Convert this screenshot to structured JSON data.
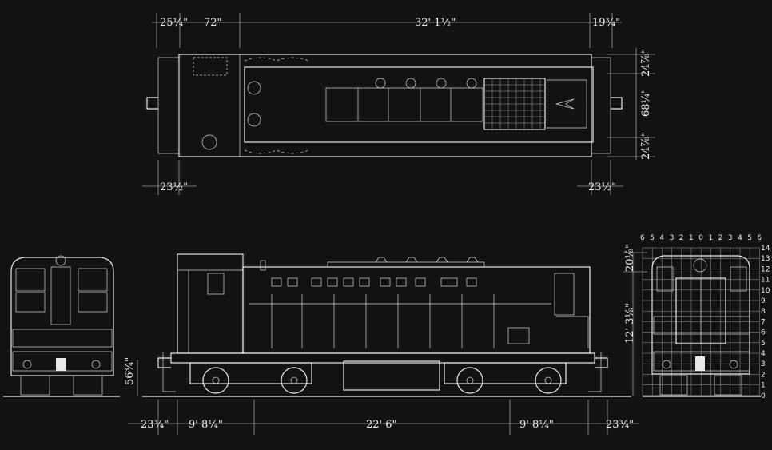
{
  "top_view": {
    "dim_left_top": "25¼\"",
    "dim_72": "72\"",
    "dim_center": "32' 1½\"",
    "dim_right_top": "19¾\"",
    "dim_width_top": "24⅞\"",
    "dim_width_mid": "68¼\"",
    "dim_width_bot": "24⅞\"",
    "dim_left_bot": "23½\"",
    "dim_right_bot": "23½\""
  },
  "side_view": {
    "dim_height_cab": "20⅛\"",
    "dim_height_total": "12' 3⅛\"",
    "dim_coupler": "56¾\"",
    "dim_left_end": "23¾\"",
    "dim_truck_left": "9' 8¼\"",
    "dim_truck_centers": "22' 6\"",
    "dim_truck_right": "9' 8¼\"",
    "dim_right_end": "23¾\""
  },
  "grid_scale": {
    "top_labels": [
      "6",
      "5",
      "4",
      "3",
      "2",
      "1",
      "0",
      "1",
      "2",
      "3",
      "4",
      "5",
      "6"
    ],
    "right_labels": [
      "14",
      "13",
      "12",
      "11",
      "10",
      "9",
      "8",
      "7",
      "6",
      "5",
      "4",
      "3",
      "2",
      "1",
      "0"
    ]
  },
  "colors": {
    "background": "#121212",
    "line": "#e8e8e8"
  }
}
